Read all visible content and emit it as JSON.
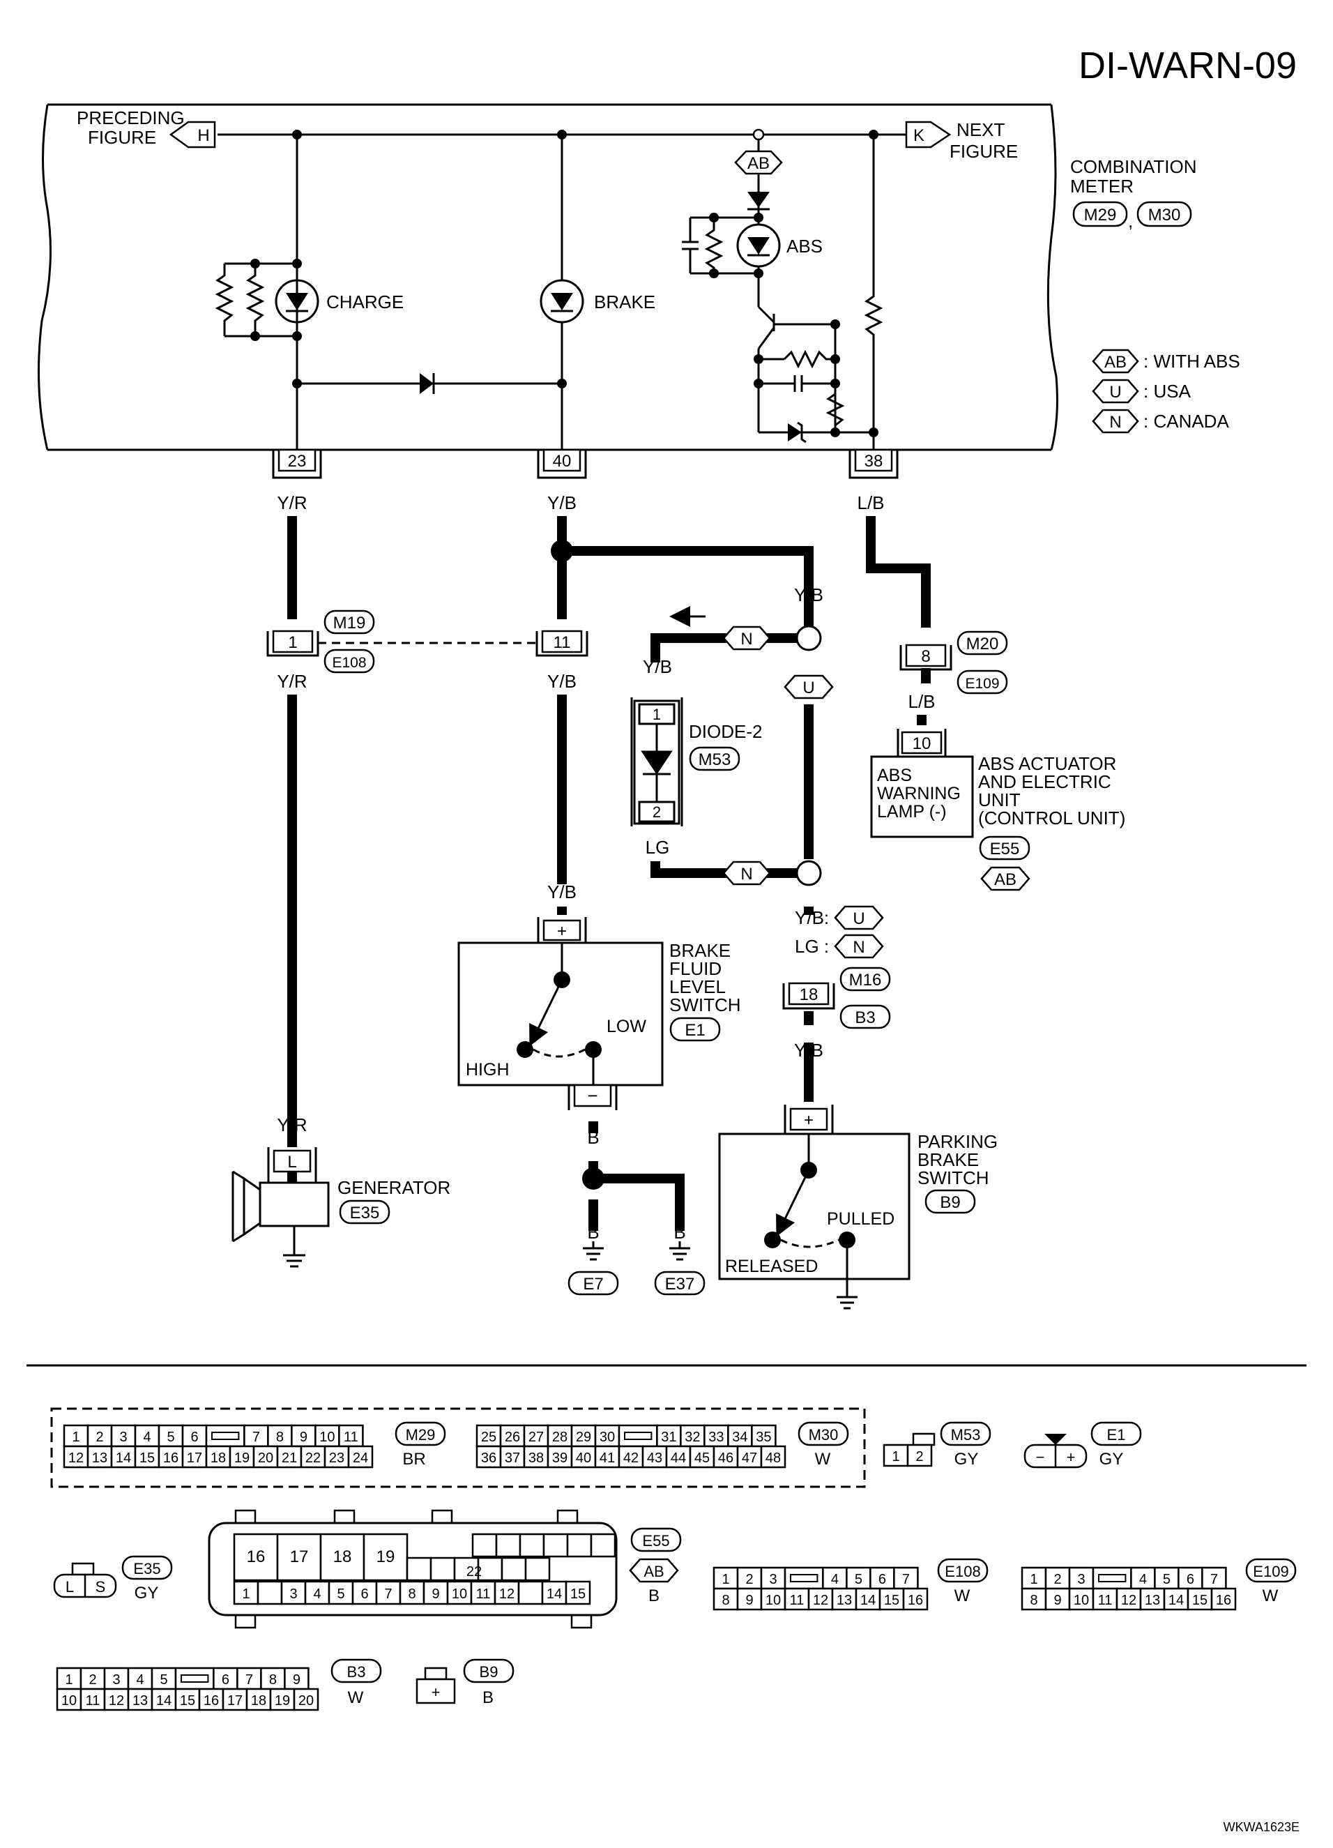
{
  "diagram_id": "DI-WARN-09",
  "footer_code": "WKWA1623E",
  "meter": {
    "title_line1": "COMBINATION",
    "title_line2": "METER",
    "conn_a": "M29",
    "conn_b": "M30",
    "preceding_line1": "PRECEDING",
    "preceding_line2": "FIGURE",
    "preceding_tag": "H",
    "next_line1": "NEXT",
    "next_line2": "FIGURE",
    "next_tag": "K",
    "charge_label": "CHARGE",
    "brake_label": "BRAKE",
    "abs_label": "ABS",
    "abs_tag": "AB"
  },
  "legend": [
    {
      "tag": "AB",
      "text": ": WITH ABS"
    },
    {
      "tag": "U",
      "text": ": USA"
    },
    {
      "tag": "N",
      "text": ": CANADA"
    }
  ],
  "terminals": {
    "t23": "23",
    "t40": "40",
    "t38": "38"
  },
  "wires": {
    "yr": "Y/R",
    "yb": "Y/B",
    "lb": "L/B",
    "lg": "LG",
    "b": "B",
    "yb_colon": "Y/B:",
    "lg_colon": "LG :"
  },
  "joint_conn": {
    "pin1": "1",
    "pin11": "11",
    "conn_top": "M19",
    "conn_bottom": "E108"
  },
  "diode": {
    "label": "DIODE-2",
    "conn": "M53",
    "pin1": "1",
    "pin2": "2"
  },
  "variant_tags": {
    "n": "N",
    "u": "U",
    "ab": "AB"
  },
  "abs_conn": {
    "pin8": "8",
    "conn_top": "M20",
    "conn_bottom": "E109",
    "pin10": "10"
  },
  "abs_unit": {
    "box_line1": "ABS",
    "box_line2": "WARNING",
    "box_line3": "LAMP  (-)",
    "label_line1": "ABS ACTUATOR",
    "label_line2": "AND ELECTRIC",
    "label_line3": "UNIT",
    "label_line4": "(CONTROL UNIT)",
    "conn": "E55",
    "tag": "AB"
  },
  "pb_conn": {
    "pin18": "18",
    "conn_top": "M16",
    "conn_bottom": "B3"
  },
  "brake_fluid": {
    "line1": "BRAKE",
    "line2": "FLUID",
    "line3": "LEVEL",
    "line4": "SWITCH",
    "conn": "E1",
    "low": "LOW",
    "high": "HIGH",
    "plus": "+",
    "minus": "−"
  },
  "parking": {
    "line1": "PARKING",
    "line2": "BRAKE",
    "line3": "SWITCH",
    "conn": "B9",
    "pulled": "PULLED",
    "released": "RELEASED",
    "plus": "+"
  },
  "generator": {
    "label": "GENERATOR",
    "conn": "E35",
    "pin": "L"
  },
  "grounds": {
    "e7": "E7",
    "e37": "E37"
  },
  "connector_views": {
    "m29": {
      "id": "M29",
      "color": "BR",
      "row1": [
        "1",
        "2",
        "3",
        "4",
        "5",
        "6",
        "",
        "7",
        "8",
        "9",
        "10",
        "11"
      ],
      "row2": [
        "12",
        "13",
        "14",
        "15",
        "16",
        "17",
        "18",
        "19",
        "20",
        "21",
        "22",
        "23",
        "24"
      ]
    },
    "m30": {
      "id": "M30",
      "color": "W",
      "row1": [
        "25",
        "26",
        "27",
        "28",
        "29",
        "30",
        "",
        "31",
        "32",
        "33",
        "34",
        "35"
      ],
      "row2": [
        "36",
        "37",
        "38",
        "39",
        "40",
        "41",
        "42",
        "43",
        "44",
        "45",
        "46",
        "47",
        "48"
      ]
    },
    "m53": {
      "id": "M53",
      "color": "GY",
      "pins": [
        "1",
        "2"
      ]
    },
    "e1": {
      "id": "E1",
      "color": "GY",
      "pins": [
        "−",
        "+"
      ]
    },
    "e35": {
      "id": "E35",
      "color": "GY",
      "pins": [
        "L",
        "S"
      ]
    },
    "e55": {
      "id": "E55",
      "color": "B",
      "tag": "AB",
      "big": [
        "16",
        "17",
        "18",
        "19"
      ],
      "row_bottom": [
        "1",
        "",
        "3",
        "4",
        "5",
        "6",
        "7",
        "8",
        "9",
        "10",
        "11",
        "12",
        "",
        "14",
        "15"
      ],
      "mid": "22"
    },
    "e108": {
      "id": "E108",
      "color": "W",
      "row1": [
        "1",
        "2",
        "3",
        "",
        "4",
        "5",
        "6",
        "7"
      ],
      "row2": [
        "8",
        "9",
        "10",
        "11",
        "12",
        "13",
        "14",
        "15",
        "16"
      ]
    },
    "e109": {
      "id": "E109",
      "color": "W",
      "row1": [
        "1",
        "2",
        "3",
        "",
        "4",
        "5",
        "6",
        "7"
      ],
      "row2": [
        "8",
        "9",
        "10",
        "11",
        "12",
        "13",
        "14",
        "15",
        "16"
      ]
    },
    "b3": {
      "id": "B3",
      "color": "W",
      "row1": [
        "1",
        "2",
        "3",
        "4",
        "5",
        "",
        "6",
        "7",
        "8",
        "9"
      ],
      "row2": [
        "10",
        "11",
        "12",
        "13",
        "14",
        "15",
        "16",
        "17",
        "18",
        "19",
        "20"
      ]
    },
    "b9": {
      "id": "B9",
      "color": "B",
      "pin": "+"
    }
  }
}
